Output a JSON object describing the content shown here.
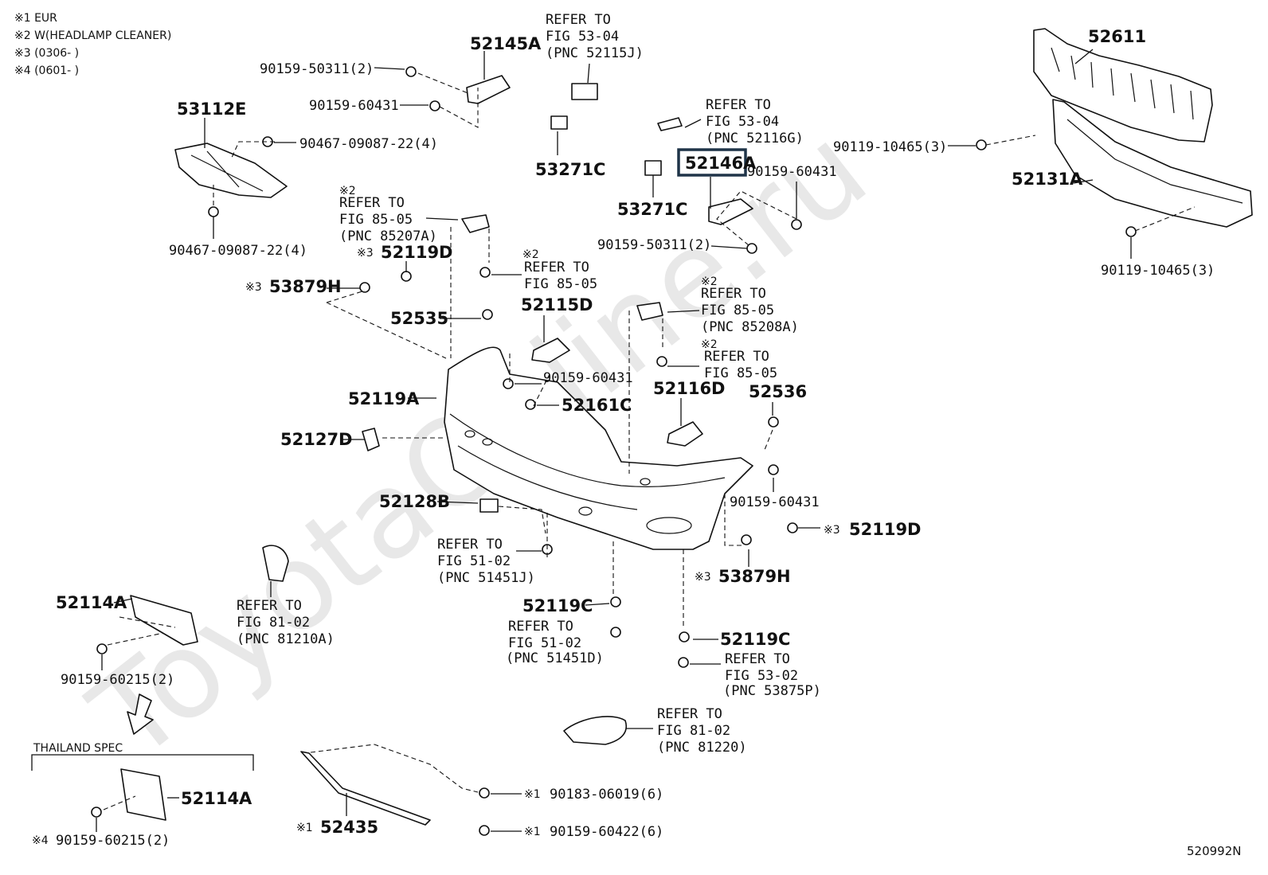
{
  "legend": [
    "※1 EUR",
    "※2 W(HEADLAMP CLEANER)",
    "※3 (0306-       )",
    "※4 (0601-       )"
  ],
  "watermark": "ToyotaOnline.ru",
  "diagram_code": "520992N",
  "highlight_color": "#1f3448",
  "parts": {
    "p52611": "52611",
    "p52131A": "52131A",
    "p90119_a": "90119-10465(3)",
    "p90119_b": "90119-10465(3)",
    "p52145A": "52145A",
    "p90159_50311_a": "90159-50311(2)",
    "p90159_60431_a": "90159-60431",
    "p53112E": "53112E",
    "p90467_a": "90467-09087-22(4)",
    "p90467_b": "90467-09087-22(4)",
    "p53271C_a": "53271C",
    "p53271C_b": "53271C",
    "p52146A": "52146A",
    "p90159_60431_b": "90159-60431",
    "p90159_50311_b": "90159-50311(2)",
    "p52119D_a": "52119D",
    "p53879H_a": "53879H",
    "p52535": "52535",
    "p52115D": "52115D",
    "p90159_60431_c": "90159-60431",
    "p52119A": "52119A",
    "p52161C": "52161C",
    "p52116D": "52116D",
    "p52536": "52536",
    "p52127D": "52127D",
    "p90159_60431_d": "90159-60431",
    "p52128B": "52128B",
    "p52119D_b": "52119D",
    "p53879H_b": "53879H",
    "p52119C_a": "52119C",
    "p52119C_b": "52119C",
    "p52114A_a": "52114A",
    "p90159_60215_a": "90159-60215(2)",
    "p52114A_b": "52114A",
    "p90159_60215_b": "90159-60215(2)",
    "p52435": "52435",
    "p90183": "90183-06019(6)",
    "p90159_60422": "90159-60422(6)"
  },
  "marks": {
    "m1": "※1",
    "m2": "※2",
    "m3": "※3",
    "m4": "※4"
  },
  "thailand_spec": "THAILAND SPEC",
  "refs": {
    "r1": [
      "REFER TO",
      "FIG 53-04",
      "(PNC 52115J)"
    ],
    "r2": [
      "REFER TO",
      "FIG 53-04",
      "(PNC 52116G)"
    ],
    "r3": [
      "REFER TO",
      "FIG 85-05",
      "(PNC 85207A)"
    ],
    "r4": [
      "REFER TO",
      "FIG 85-05"
    ],
    "r5": [
      "REFER TO",
      "FIG 85-05",
      "(PNC 85208A)"
    ],
    "r6": [
      "REFER TO",
      "FIG 85-05"
    ],
    "r7": [
      "REFER TO",
      "FIG 51-02",
      "(PNC 51451J)"
    ],
    "r8": [
      "REFER TO",
      "FIG 81-02",
      "(PNC 81210A)"
    ],
    "r9": [
      "REFER TO",
      "FIG 51-02",
      "(PNC 51451D)"
    ],
    "r10": [
      "REFER TO",
      "FIG 53-02",
      "(PNC 53875P)"
    ],
    "r11": [
      "REFER TO",
      "FIG 81-02",
      "(PNC 81220)"
    ]
  }
}
